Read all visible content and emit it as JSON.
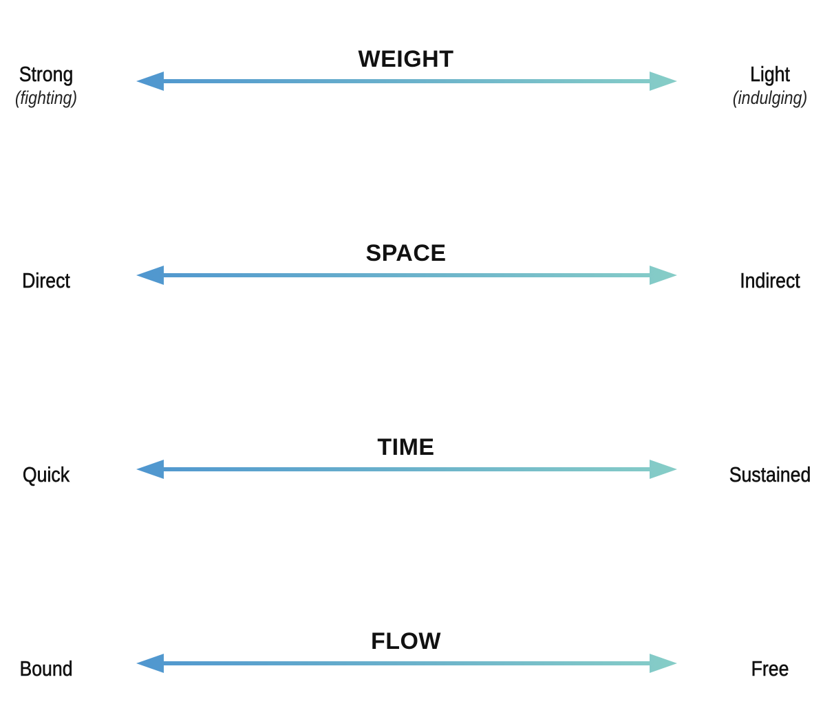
{
  "colors": {
    "arrow_start": "#4f96cf",
    "arrow_end": "#86cdc7",
    "text": "#111111",
    "background": "#ffffff"
  },
  "dimensions": [
    {
      "title": "WEIGHT",
      "left": {
        "label": "Strong",
        "sub": "(fighting)"
      },
      "right": {
        "label": "Light",
        "sub": "(indulging)"
      }
    },
    {
      "title": "SPACE",
      "left": {
        "label": "Direct",
        "sub": ""
      },
      "right": {
        "label": "Indirect",
        "sub": ""
      }
    },
    {
      "title": "TIME",
      "left": {
        "label": "Quick",
        "sub": ""
      },
      "right": {
        "label": "Sustained",
        "sub": ""
      }
    },
    {
      "title": "FLOW",
      "left": {
        "label": "Bound",
        "sub": ""
      },
      "right": {
        "label": "Free",
        "sub": ""
      }
    }
  ]
}
